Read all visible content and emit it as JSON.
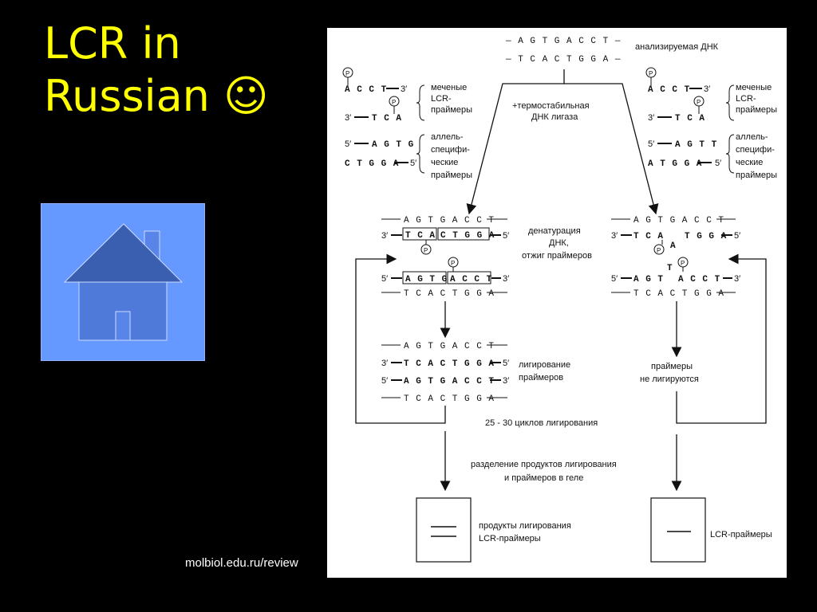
{
  "slide": {
    "title_line1": "LCR in",
    "title_line2": "Russian ☺",
    "source": "molbiol.edu.ru/review"
  },
  "home_button": {
    "icon": "house-icon"
  },
  "diagram": {
    "top": {
      "strand1": "— A G T G A C C T —",
      "strand2": "— T C A C T G G A —",
      "label": "анализируемая ДНК"
    },
    "ligase_label": [
      "+термостабильная",
      "ДНК лигаза"
    ],
    "left_primers": {
      "labeled_1": "A C C T",
      "labeled_2": "T C A",
      "allele_1": "A G T G",
      "allele_2": "C T G G A",
      "labeled_caption": [
        "меченые",
        "LCR-",
        "праймеры"
      ],
      "allele_caption": [
        "аллель-",
        "специфи-",
        "ческие",
        "праймеры"
      ]
    },
    "right_primers": {
      "labeled_1": "A C C T",
      "labeled_2": "T C A",
      "allele_1": "A G T T",
      "allele_2": "A T G G A",
      "labeled_caption": [
        "меченые",
        "LCR-",
        "праймеры"
      ],
      "allele_caption": [
        "аллель-",
        "специфи-",
        "ческие",
        "праймеры"
      ]
    },
    "prime3": "3′",
    "prime5": "5′",
    "p_mark": "P",
    "denature_label": [
      "денатурация",
      "ДНК,",
      "отжиг праймеров"
    ],
    "left_stage": {
      "s1": "A G T G A C C T",
      "s2a": "T C A",
      "s2b": "C T G G A",
      "s3a": "A G T G",
      "s3b": "A C C T",
      "s4": "T C A C T G G A"
    },
    "right_stage": {
      "s1": "A G T G A C C T",
      "s2a": "T C A",
      "s2mis": "A",
      "s2b": "T G G A",
      "s3a": "A G T",
      "s3mis": "T",
      "s3b": "A C C T",
      "s4": "T C A C T G G A"
    },
    "ligated": {
      "s1": "A G T G A C C T",
      "s2": "T C A C T G G A",
      "s3": "A G T G A C C T",
      "s4": "T C A C T G G A"
    },
    "ligation_label": [
      "лигирование",
      "праймеров"
    ],
    "no_ligation_label": [
      "праймеры",
      "не лигируются"
    ],
    "cycles_label": "25 - 30 циклов лигирования",
    "gel_label": [
      "разделение продуктов лигирования",
      "и праймеров в геле"
    ],
    "products_label": [
      "продукты лигирования",
      "LCR-праймеры"
    ],
    "primers_label": "LCR-праймеры"
  }
}
